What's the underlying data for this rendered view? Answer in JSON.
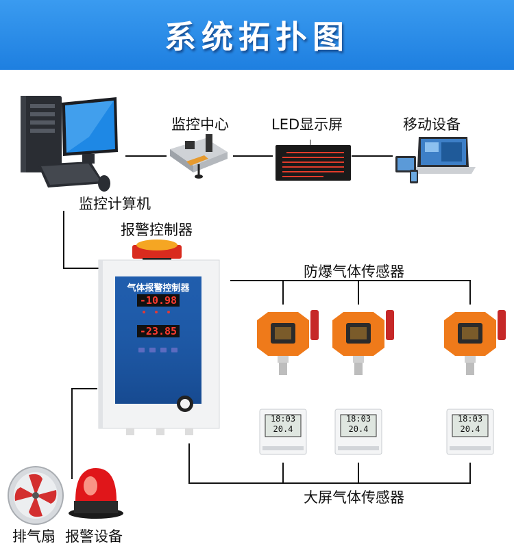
{
  "header": {
    "title": "系统拓扑图"
  },
  "nodes": {
    "monitor_computer": "监控计算机",
    "monitor_center": "监控中心",
    "led_screen": "LED显示屏",
    "mobile_device": "移动设备",
    "alarm_controller": "报警控制器",
    "explosion_proof_sensor": "防爆气体传感器",
    "large_screen_sensor": "大屏气体传感器",
    "exhaust_fan": "排气扇",
    "alarm_device": "报警设备"
  },
  "controller_panel": {
    "title": "气体报警控制器",
    "reading_1": "-10.98",
    "reading_2": "-23.85"
  },
  "sensor_display": {
    "top": "18:03",
    "bottom": "20.4"
  }
}
